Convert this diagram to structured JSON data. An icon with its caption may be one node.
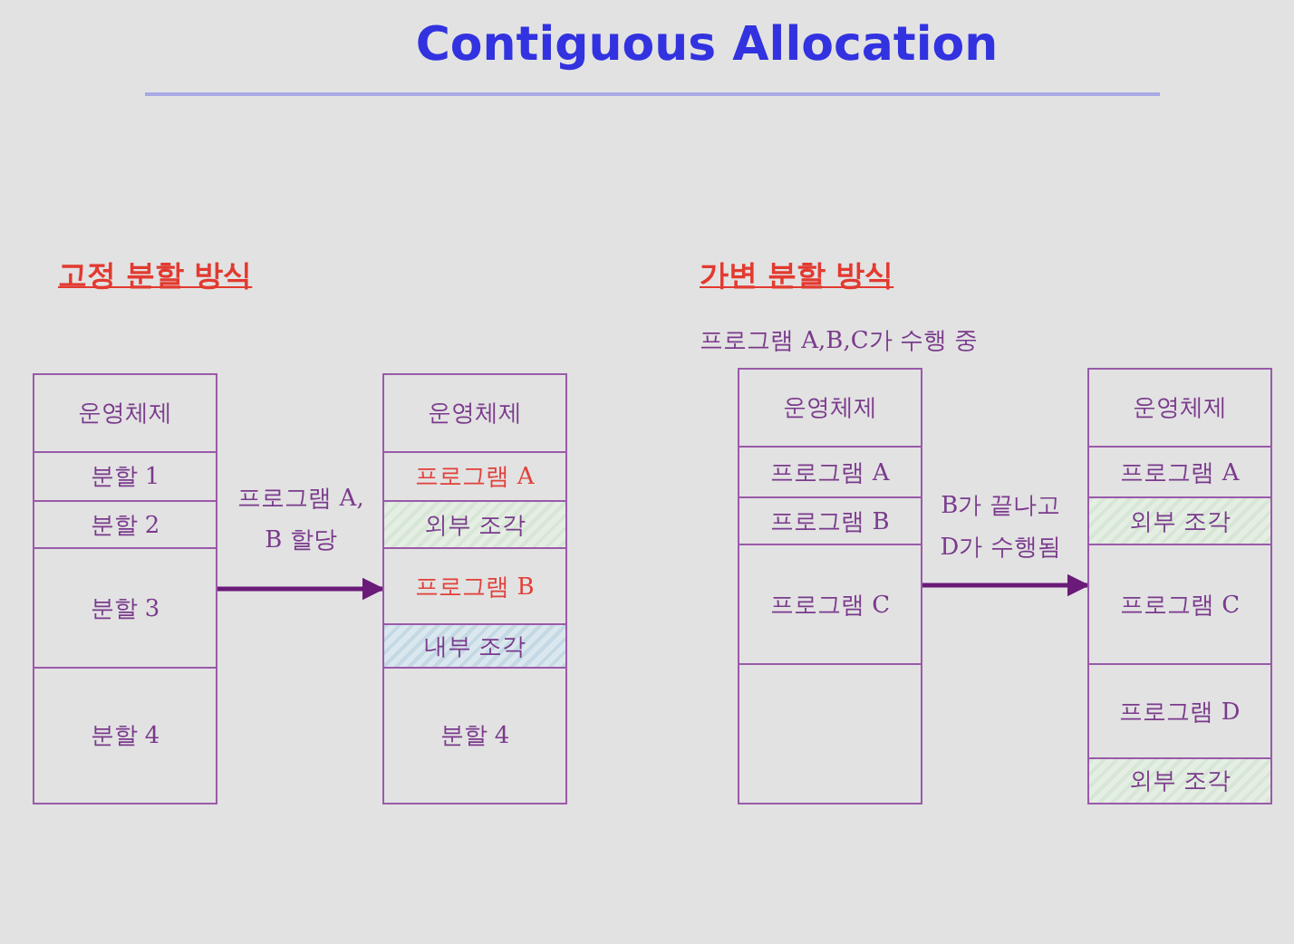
{
  "diagram": {
    "title": "Contiguous Allocation",
    "nodes": [
      {
        "text": [],
        "shape": "box"
      },
      {
        "text": [
          "운영체제"
        ],
        "in": 0
      },
      {
        "text": [
          "분할 1"
        ],
        "in": 0
      },
      {
        "text": [
          "분할 2"
        ],
        "in": 0
      },
      {
        "text": [
          "분할 3"
        ],
        "in": 0
      },
      {
        "text": [
          "분할 4"
        ],
        "in": 0
      },
      {
        "text": [],
        "shape": "box"
      },
      {
        "text": [
          "운영체제"
        ],
        "in": 6
      },
      {
        "text": [
          "프로그램 A"
        ],
        "in": 6
      },
      {
        "text": [
          "외부 조각"
        ],
        "in": 6
      },
      {
        "text": [
          "프로그램 B"
        ],
        "in": 6
      },
      {
        "text": [
          "내부 조각"
        ],
        "in": 6
      },
      {
        "text": [
          "분할 4"
        ],
        "in": 6
      },
      {
        "text": [],
        "shape": "box"
      },
      {
        "text": [
          "운영체제"
        ],
        "in": 13
      },
      {
        "text": [
          "프로그램 A"
        ],
        "in": 13
      },
      {
        "text": [
          "프로그램 B"
        ],
        "in": 13
      },
      {
        "text": [
          "프로그램 C"
        ],
        "in": 13
      },
      {
        "text": [],
        "shape": "box",
        "in": 13
      },
      {
        "text": [],
        "shape": "box"
      },
      {
        "text": [
          "운영체제"
        ],
        "in": 19
      },
      {
        "text": [
          "프로그램 A"
        ],
        "in": 19
      },
      {
        "text": [
          "외부 조각"
        ],
        "in": 19
      },
      {
        "text": [
          "프로그램 C"
        ],
        "in": 19
      },
      {
        "text": [
          "프로그램 D"
        ],
        "in": 19
      },
      {
        "text": [
          "외부 조각"
        ],
        "in": 19
      }
    ],
    "edges": [
      {
        "from": 0,
        "to": 6,
        "arrow": "to",
        "label": "프로그램 A, B 할당"
      },
      {
        "from": 13,
        "to": 19,
        "arrow": "to",
        "label": "B가 끝나고 D가 수행됨"
      }
    ],
    "labels": [
      "고정 분할 방식",
      "가변 분할 방식",
      "프로그램 A,B,C가 수행 중"
    ]
  }
}
